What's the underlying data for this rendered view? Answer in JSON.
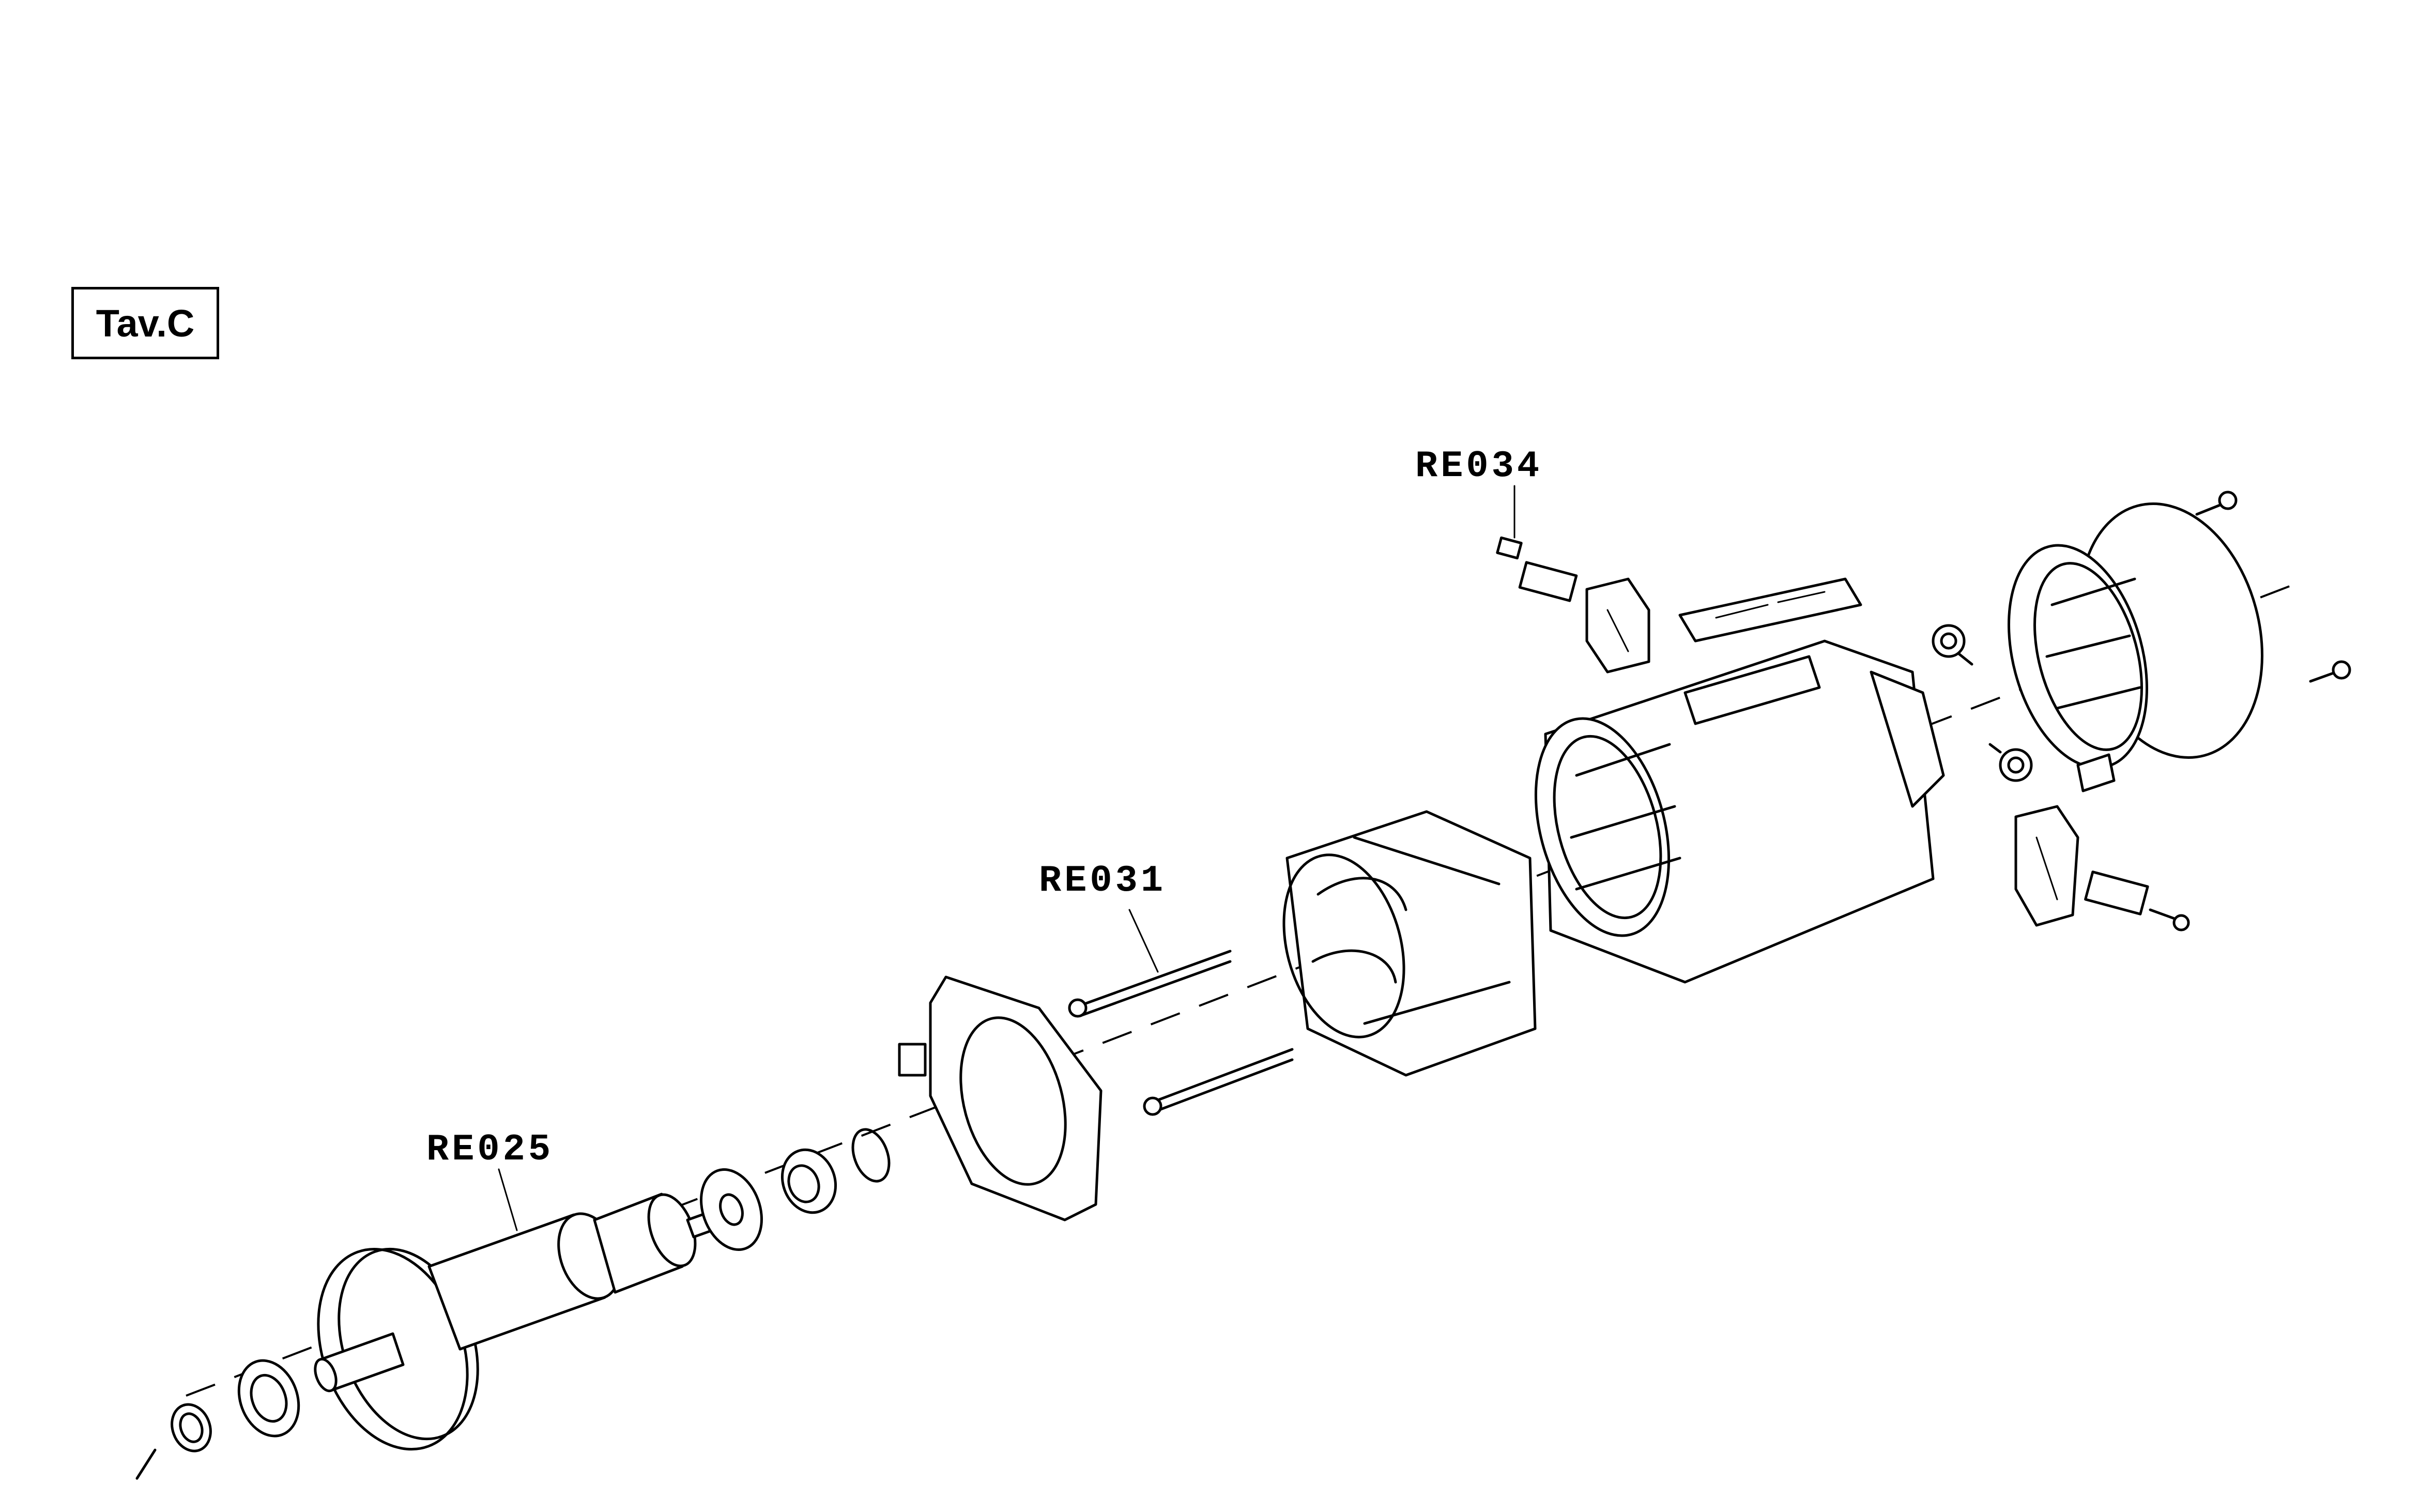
{
  "diagram": {
    "tavola_label": "Tav.C",
    "callouts": [
      {
        "id": "re025",
        "text": "RE025"
      },
      {
        "id": "re031",
        "text": "RE031"
      },
      {
        "id": "re034",
        "text": "RE034"
      }
    ]
  }
}
